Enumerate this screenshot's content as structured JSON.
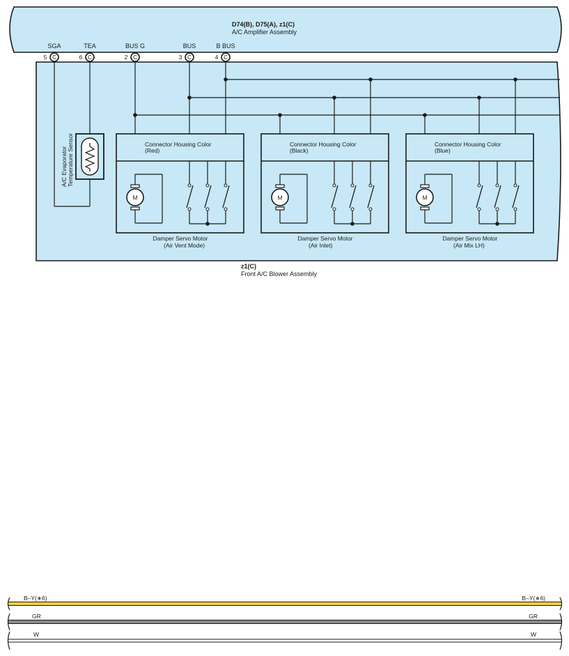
{
  "amplifier": {
    "connectors": "D74(B), D75(A), z1(C)",
    "name": "A/C Amplifier Assembly"
  },
  "blower": {
    "connector": "z1(C)",
    "name": "Front A/C Blower Assembly"
  },
  "pins": [
    {
      "num": "5",
      "letter": "C",
      "label": "SGA"
    },
    {
      "num": "6",
      "letter": "C",
      "label": "TEA"
    },
    {
      "num": "2",
      "letter": "C",
      "label": "BUS G"
    },
    {
      "num": "3",
      "letter": "C",
      "label": "BUS"
    },
    {
      "num": "4",
      "letter": "C",
      "label": "B BUS"
    }
  ],
  "sensor": {
    "line1": "A/C Evaporator",
    "line2": "Temperature Sensor"
  },
  "motors": [
    {
      "housing_title": "Connector Housing Color",
      "housing_color": "(Red)",
      "name": "Damper Servo Motor",
      "mode": "(Air Vent Mode)",
      "symbol": "M"
    },
    {
      "housing_title": "Connector Housing Color",
      "housing_color": "(Black)",
      "name": "Damper Servo Motor",
      "mode": "(Air Inlet)",
      "symbol": "M"
    },
    {
      "housing_title": "Connector Housing Color",
      "housing_color": "(Blue)",
      "name": "Damper Servo Motor",
      "mode": "(Air Mix LH)",
      "symbol": "M"
    }
  ],
  "harness": [
    {
      "label_left": "B–Y(∗6)",
      "label_right": "B–Y(∗6)",
      "color": "#f2d24a"
    },
    {
      "label_left": "GR",
      "label_right": "GR",
      "color": "#8c8c8c"
    },
    {
      "label_left": "W",
      "label_right": "W",
      "color": "#ffffff"
    }
  ],
  "colors": {
    "panel_fill": "#c8e8f7",
    "ink": "#1a1a1a"
  }
}
